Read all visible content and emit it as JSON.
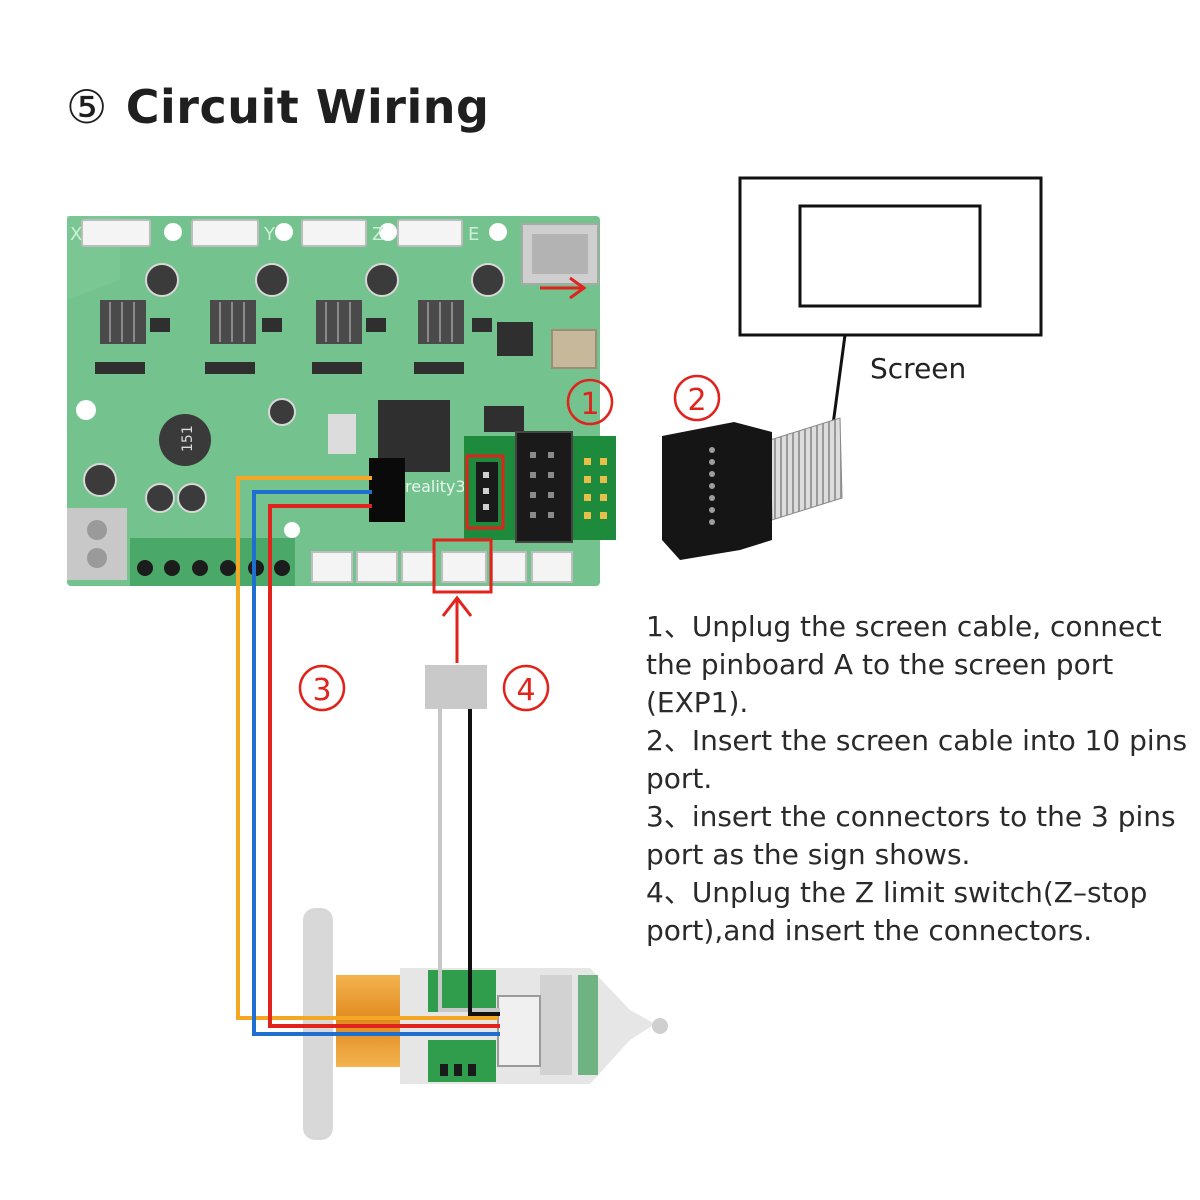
{
  "title": {
    "number": "⑤",
    "text": "Circuit Wiring"
  },
  "board": {
    "axis_labels": [
      "X",
      "Y",
      "Z",
      "E"
    ],
    "chip_text": "151",
    "brand_text": "reality3"
  },
  "screen": {
    "label": "Screen"
  },
  "markers": [
    "①",
    "②",
    "③",
    "④"
  ],
  "instructions": [
    "1、Unplug the screen cable, connect the pinboard A to the screen port (EXP1).",
    "2、Insert the screen cable into 10 pins port.",
    "3、insert the connectors to the 3 pins port as the sign shows.",
    "4、Unplug the Z limit switch(Z–stop port),and insert the connectors."
  ],
  "colors": {
    "board": "#6fbe8a",
    "wire_orange": "#f5a623",
    "wire_red": "#e0231c",
    "wire_blue": "#1f6fd1",
    "wire_black": "#111111",
    "wire_gray": "#c8c8c8",
    "marker_red": "#e0231c",
    "coil": "#e8962a"
  }
}
